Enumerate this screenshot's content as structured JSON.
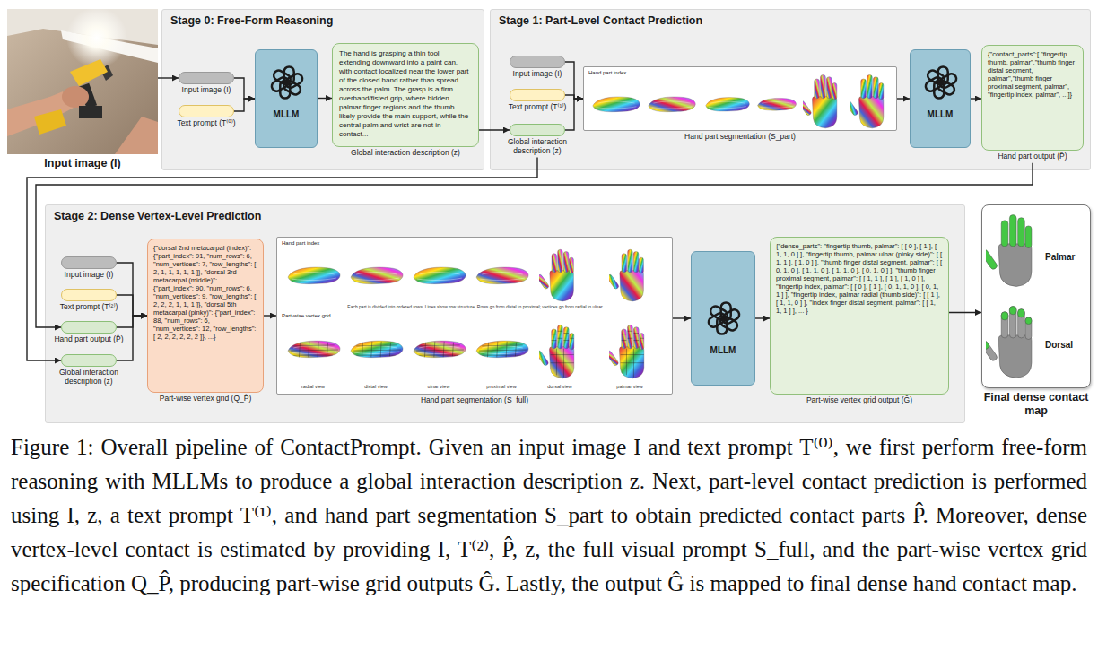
{
  "diagram": {
    "caption": "Figure 1: Overall pipeline of ContactPrompt. Given an input image I and text prompt T⁽⁰⁾, we first perform free-form reasoning with MLLMs to produce a global interaction description z. Next, part-level contact prediction is performed using I, z, a text prompt T⁽¹⁾, and hand part segmentation S_part to obtain predicted contact parts P̂. Moreover, dense vertex-level contact is estimated by providing I, T⁽²⁾, P̂, z, the full visual prompt S_full, and the part-wise vertex grid specification Q_P̂, producing part-wise grid outputs Ĝ. Lastly, the output Ĝ is mapped to final dense hand contact map.",
    "nodes": [
      {
        "text": [
          "Input image (I)"
        ]
      },
      {
        "text": [
          "Stage 0: Free-Form Reasoning"
        ]
      },
      {
        "text": [
          "Input image (I)"
        ],
        "in": 1
      },
      {
        "text": [
          "Text prompt (T⁽⁰⁾)"
        ],
        "in": 1
      },
      {
        "text": [
          "MLLM"
        ],
        "in": 1
      },
      {
        "text": [
          "The hand is grasping a thin tool extending downward into a paint can, with contact localized near the lower part of the closed hand rather than spread across the palm. The grasp is a firm overhand/fisted grip, where hidden palmar finger regions and the thumb likely provide the main support, while the central palm and wrist are not in contact...",
          "Global interaction description (z)"
        ],
        "in": 1
      },
      {
        "text": [
          "Stage 1: Part-Level Contact Prediction"
        ]
      },
      {
        "text": [
          "Input image (I)"
        ],
        "in": 6
      },
      {
        "text": [
          "Text prompt (T⁽¹⁾)"
        ],
        "in": 6
      },
      {
        "text": [
          "Global interaction description (z)"
        ],
        "in": 6
      },
      {
        "text": [
          "Hand part index",
          "Hand part segmentation (S_part)"
        ],
        "in": 6
      },
      {
        "text": [
          "MLLM"
        ],
        "in": 6
      },
      {
        "text": [
          "{\"contact_parts\":[ \"fingertip thumb, palmar\",\"thumb finger distal segment, palmar\",\"thumb finger proximal segment, palmar\", \"fingertip index, palmar\", ...]}",
          "Hand part output (P̂)"
        ],
        "in": 6
      },
      {
        "text": [
          "Stage 2: Dense Vertex-Level Prediction"
        ]
      },
      {
        "text": [
          "Input image (I)"
        ],
        "in": 13
      },
      {
        "text": [
          "Text prompt (T⁽²⁾)"
        ],
        "in": 13
      },
      {
        "text": [
          "Hand part output (P̂)"
        ],
        "in": 13
      },
      {
        "text": [
          "Global interaction description (z)"
        ],
        "in": 13
      },
      {
        "text": [
          "{\"dorsal 2nd metacarpal (index)\": {\"part_index\": 91, \"num_rows\": 6, \"num_vertices\": 7, \"row_lengths\": [ 2, 1, 1, 1, 1, 1 ]}, \"dorsal 3rd metacarpal (middle)\": {\"part_index\": 90, \"num_rows\": 6, \"num_vertices\": 9, \"row_lengths\": [ 2, 2, 2, 1, 1, 1 ]}, \"dorsal 5th metacarpal (pinky)\": {\"part_index\": 88, \"num_rows\": 6, \"num_vertices\": 12, \"row_lengths\": [ 2, 2, 2, 2, 2, 2 ]}, ...}",
          "Part-wise vertex grid (Q_P̂)"
        ],
        "in": 13
      },
      {
        "text": [
          "Hand part index",
          "Part-wise vertex grid",
          "Hand part segmentation (S_full)"
        ],
        "in": 13
      },
      {
        "text": [
          "MLLM"
        ],
        "in": 13
      },
      {
        "text": [
          "{\"dense_parts\": \"fingertip thumb, palmar\": [ [ 0 ], [ 1 ], [ 1, 1, 0 ] ], \"fingertip thumb, palmar ulnar (pinky side)\": [ [ 1, 1 ], [ 1, 0 ] ], \"thumb finger distal segment, palmar\": [ [ 0, 1, 0 ], [ 1, 1, 0 ], [ 1, 1, 0 ], [ 0, 1, 0 ] ], \"thumb finger proximal segment, palmar\": [ [ 1, 1 ], [ 1 ], [ 1, 0 ] ], \"fingertip index, palmar\": [ [ 0 ], [ 1 ], [ 0, 1, 1, 0 ], [ 0, 1, 1 ] ], \"fingertip index, palmar radial (thumb side)\": [ [ 1 ], [ 1, 1, 0 ] ], \"index finger distal segment, palmar\": [ [ 1, 1, 1 ] ], ... }",
          "Part-wise vertex grid output (Ĝ)"
        ],
        "in": 13
      },
      {
        "text": [
          "Palmar",
          "Dorsal",
          "Final dense contact map"
        ]
      }
    ],
    "edges": [
      {
        "from": 0,
        "to": 2,
        "arrow": "to"
      },
      {
        "from": 2,
        "to": 4,
        "arrow": "to"
      },
      {
        "from": 3,
        "to": 4,
        "arrow": "to"
      },
      {
        "from": 4,
        "to": 5,
        "arrow": "to"
      },
      {
        "from": 5,
        "to": 9,
        "arrow": "to"
      },
      {
        "from": 7,
        "to": 10,
        "arrow": "to"
      },
      {
        "from": 8,
        "to": 10,
        "arrow": "to"
      },
      {
        "from": 9,
        "to": 10,
        "arrow": "to"
      },
      {
        "from": 10,
        "to": 11,
        "arrow": "to"
      },
      {
        "from": 11,
        "to": 12,
        "arrow": "to"
      },
      {
        "from": 12,
        "to": 16,
        "arrow": "to"
      },
      {
        "from": 9,
        "to": 17,
        "arrow": "to"
      },
      {
        "from": 14,
        "to": 18,
        "arrow": "to"
      },
      {
        "from": 15,
        "to": 18,
        "arrow": "to"
      },
      {
        "from": 16,
        "to": 18,
        "arrow": "to"
      },
      {
        "from": 17,
        "to": 18,
        "arrow": "to"
      },
      {
        "from": 18,
        "to": 19,
        "arrow": "to"
      },
      {
        "from": 19,
        "to": 20,
        "arrow": "to"
      },
      {
        "from": 20,
        "to": 21,
        "arrow": "to"
      },
      {
        "from": 21,
        "to": 22,
        "arrow": "to"
      }
    ],
    "labels": [
      "Each part is divided into ordered rows. Lines show row structure. Rows go from distal to proximal; vertices go from radial to ulnar.",
      "radial view",
      "distal view",
      "ulnar view",
      "proximal view",
      "dorsal view",
      "palmar view"
    ]
  }
}
